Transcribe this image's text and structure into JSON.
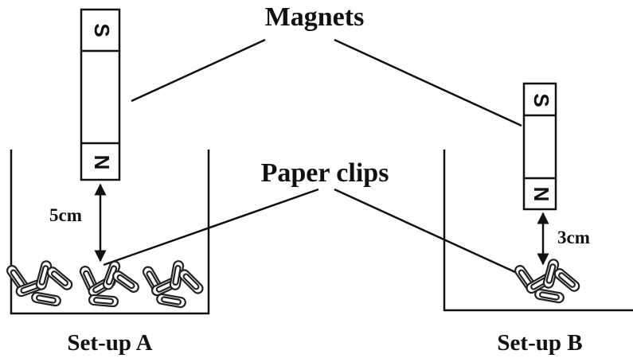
{
  "labels": {
    "magnets": "Magnets",
    "paper_clips": "Paper clips",
    "setup_a": "Set-up A",
    "setup_b": "Set-up B",
    "distance_a": "5cm",
    "distance_b": "3cm"
  },
  "magnet_a": {
    "top_pole": "S",
    "bottom_pole": "N"
  },
  "magnet_b": {
    "top_pole": "S",
    "bottom_pole": "N"
  }
}
